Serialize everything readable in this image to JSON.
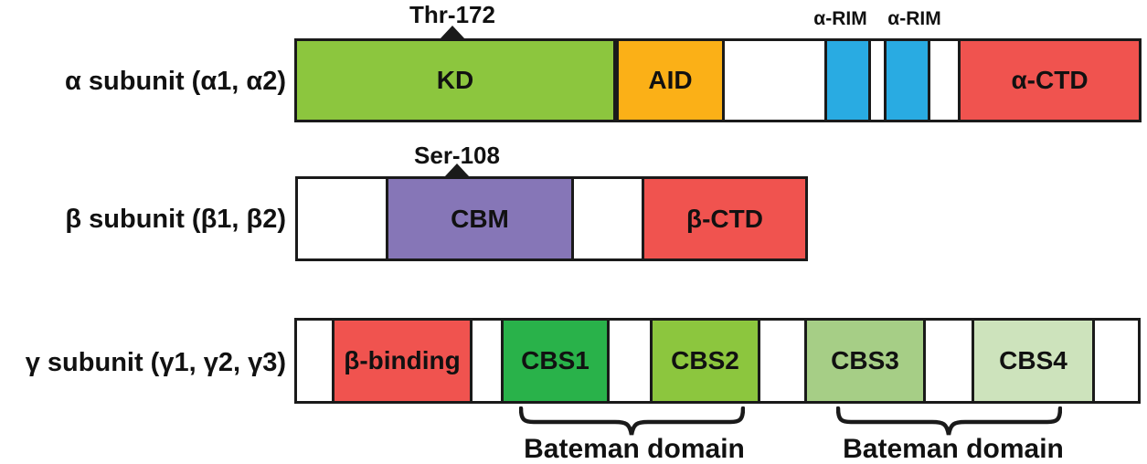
{
  "figure": {
    "background": "#ffffff",
    "outline_color": "#1a1a1a",
    "text_color": "#111111"
  },
  "rows": [
    {
      "label": "α subunit (α1, α2)",
      "site_label": "Thr-172",
      "rim_labels": [
        "α-RIM",
        "α-RIM"
      ],
      "segments": {
        "kd": {
          "label": "KD",
          "color": "#8CC63E"
        },
        "aid": {
          "label": "AID",
          "color": "#FBB017"
        },
        "rim1": {
          "label": "",
          "color": "#29ABE2"
        },
        "rim2": {
          "label": "",
          "color": "#29ABE2"
        },
        "ctd": {
          "label": "α-CTD",
          "color": "#F0534F"
        }
      }
    },
    {
      "label": "β subunit (β1, β2)",
      "site_label": "Ser-108",
      "segments": {
        "cbm": {
          "label": "CBM",
          "color": "#8676B7"
        },
        "ctd": {
          "label": "β-CTD",
          "color": "#F0534F"
        }
      }
    },
    {
      "label": "γ subunit (γ1, γ2, γ3)",
      "bracket_labels": [
        "Bateman domain",
        "Bateman domain"
      ],
      "segments": {
        "binding": {
          "label": "β-binding",
          "color": "#F0534F"
        },
        "cbs1": {
          "label": "CBS1",
          "color": "#29B24A"
        },
        "cbs2": {
          "label": "CBS2",
          "color": "#8CC63E"
        },
        "cbs3": {
          "label": "CBS3",
          "color": "#A6CE86"
        },
        "cbs4": {
          "label": "CBS4",
          "color": "#CDE3BC"
        }
      }
    }
  ]
}
